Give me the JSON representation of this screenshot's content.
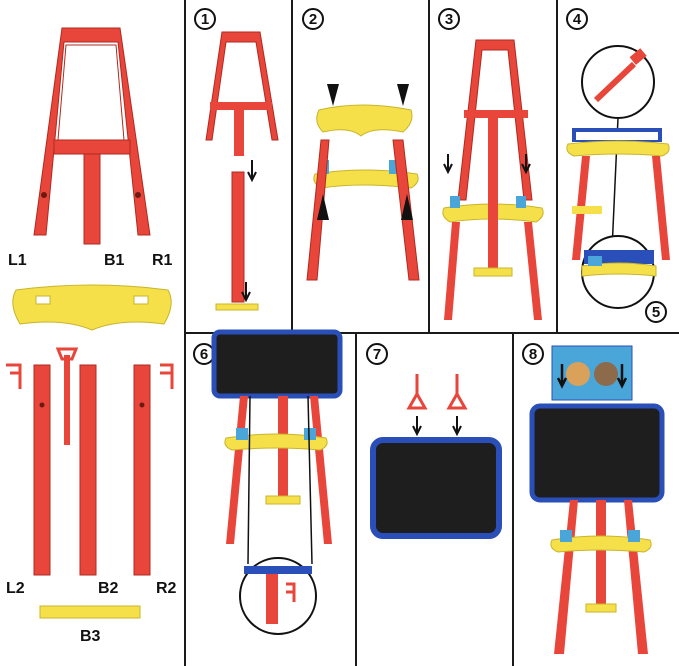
{
  "parts": {
    "labels": {
      "l1": "L1",
      "b1": "B1",
      "r1": "R1",
      "l2": "L2",
      "b2": "B2",
      "r2": "R2",
      "b3": "B3"
    }
  },
  "steps": [
    {
      "num": "1"
    },
    {
      "num": "2"
    },
    {
      "num": "3"
    },
    {
      "num": "4"
    },
    {
      "num": "5"
    },
    {
      "num": "6"
    },
    {
      "num": "7"
    },
    {
      "num": "8"
    }
  ],
  "colors": {
    "red": "#e8463a",
    "yellow": "#f5e04a",
    "blue": "#2a4fb8",
    "board": "#1e1e1e",
    "line": "#1a1a1a"
  }
}
